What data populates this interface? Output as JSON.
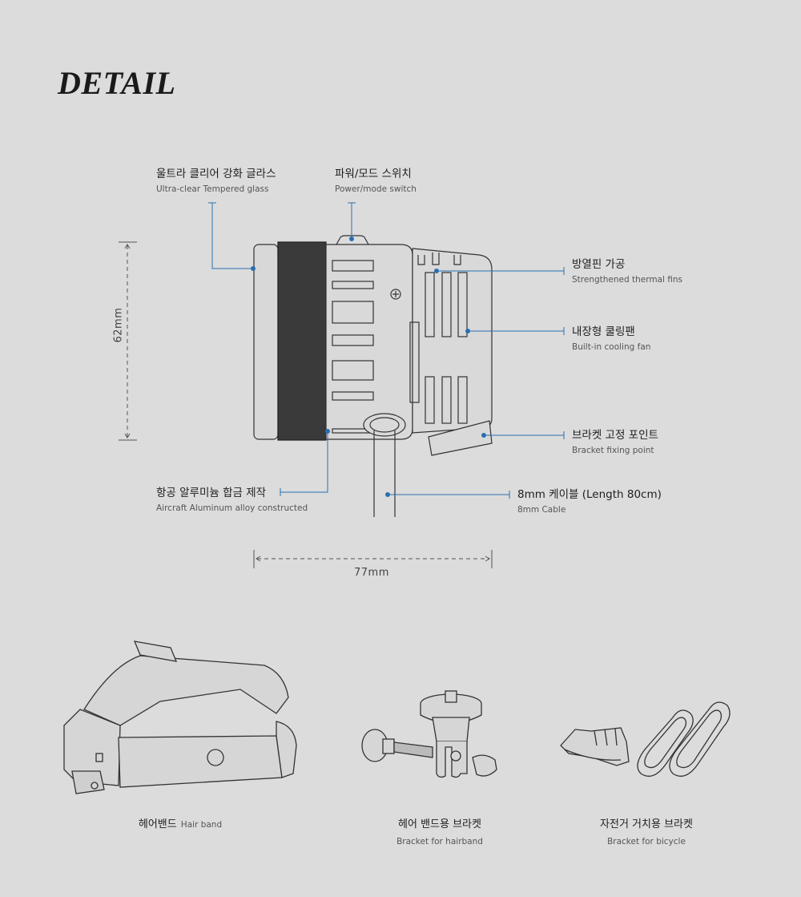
{
  "page": {
    "title": "DETAIL"
  },
  "callouts": {
    "glass": {
      "ko": "울트라 클리어 강화 글라스",
      "en": "Ultra-clear Tempered glass"
    },
    "switch": {
      "ko": "파워/모드 스위치",
      "en": "Power/mode switch"
    },
    "fins": {
      "ko": "방열핀 가공",
      "en": "Strengthened thermal fins"
    },
    "fan": {
      "ko": "내장형 쿨링팬",
      "en": "Built-in cooling fan"
    },
    "bracket_point": {
      "ko": "브라켓 고정 포인트",
      "en": "Bracket fixing point"
    },
    "aluminum": {
      "ko": "항공 알루미늄 합금 제작",
      "en": "Aircraft Aluminum alloy constructed"
    },
    "cable": {
      "ko": "8mm 케이블 (Length 80cm)",
      "en": "8mm Cable"
    }
  },
  "dimensions": {
    "height": "62mm",
    "width": "77mm"
  },
  "accessories": {
    "hairband": {
      "ko": "헤어밴드",
      "en": "Hair band"
    },
    "hairband_bracket": {
      "ko": "헤어 밴드용 브라켓",
      "en": "Bracket for hairband"
    },
    "bicycle_bracket": {
      "ko": "자전거 거치용 브라켓",
      "en": "Bracket for bicycle"
    }
  },
  "colors": {
    "background": "#dcdcdc",
    "accent": "#2a6fb0",
    "line": "#333333"
  }
}
